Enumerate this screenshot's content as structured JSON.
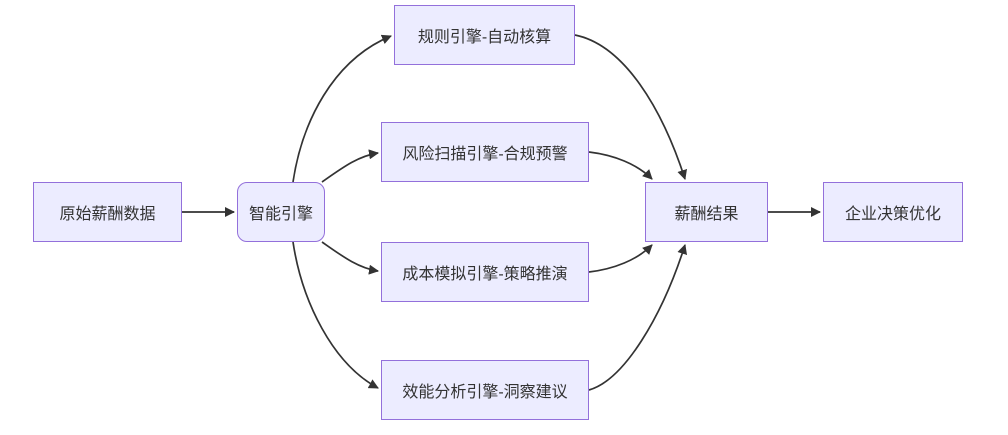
{
  "diagram": {
    "type": "flowchart",
    "direction": "left-to-right",
    "nodes": {
      "raw_data": {
        "label": "原始薪酬数据",
        "shape": "rect"
      },
      "engine": {
        "label": "智能引擎",
        "shape": "rounded"
      },
      "rules": {
        "label": "规则引擎-自动核算",
        "shape": "rect"
      },
      "risk": {
        "label": "风险扫描引擎-合规预警",
        "shape": "rect"
      },
      "cost": {
        "label": "成本模拟引擎-策略推演",
        "shape": "rect"
      },
      "efficiency": {
        "label": "效能分析引擎-洞察建议",
        "shape": "rect"
      },
      "result": {
        "label": "薪酬结果",
        "shape": "rect"
      },
      "optimize": {
        "label": "企业决策优化",
        "shape": "rect"
      }
    },
    "edges": [
      {
        "from": "原始薪酬数据",
        "to": "智能引擎"
      },
      {
        "from": "智能引擎",
        "to": "规则引擎-自动核算"
      },
      {
        "from": "智能引擎",
        "to": "风险扫描引擎-合规预警"
      },
      {
        "from": "智能引擎",
        "to": "成本模拟引擎-策略推演"
      },
      {
        "from": "智能引擎",
        "to": "效能分析引擎-洞察建议"
      },
      {
        "from": "规则引擎-自动核算",
        "to": "薪酬结果"
      },
      {
        "from": "风险扫描引擎-合规预警",
        "to": "薪酬结果"
      },
      {
        "from": "成本模拟引擎-策略推演",
        "to": "薪酬结果"
      },
      {
        "from": "效能分析引擎-洞察建议",
        "to": "薪酬结果"
      },
      {
        "from": "薪酬结果",
        "to": "企业决策优化"
      }
    ],
    "colors": {
      "node_fill": "#ECECFF",
      "node_border": "#9370DB",
      "edge_stroke": "#333333",
      "text": "#333333"
    }
  }
}
